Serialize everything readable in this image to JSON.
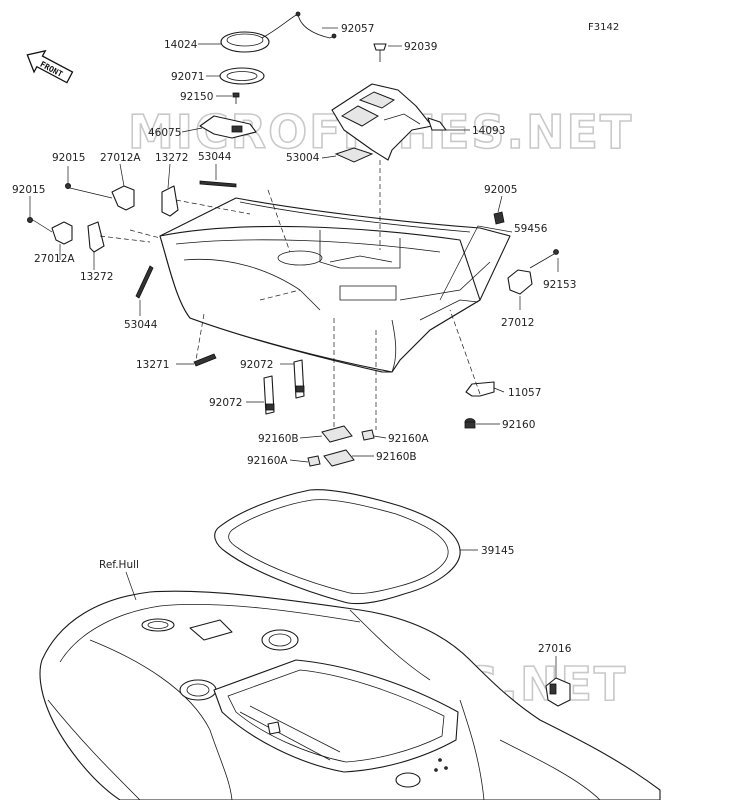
{
  "figure_id": "F3142",
  "direction_label": "FRONT",
  "watermark": "MICROFICHES.NET",
  "reference_label": "Ref.Hull",
  "parts": [
    {
      "id": "p92057",
      "number": "92057"
    },
    {
      "id": "p14024",
      "number": "14024"
    },
    {
      "id": "p92039",
      "number": "92039"
    },
    {
      "id": "p92071",
      "number": "92071"
    },
    {
      "id": "p92150",
      "number": "92150"
    },
    {
      "id": "p14093",
      "number": "14093"
    },
    {
      "id": "p46075",
      "number": "46075"
    },
    {
      "id": "p53044a",
      "number": "53044"
    },
    {
      "id": "p53004",
      "number": "53004"
    },
    {
      "id": "p92015a",
      "number": "92015"
    },
    {
      "id": "p27012Aa",
      "number": "27012A"
    },
    {
      "id": "p13272a",
      "number": "13272"
    },
    {
      "id": "p92015b",
      "number": "92015"
    },
    {
      "id": "p92005",
      "number": "92005"
    },
    {
      "id": "p59456",
      "number": "59456"
    },
    {
      "id": "p27012Ab",
      "number": "27012A"
    },
    {
      "id": "p13272b",
      "number": "13272"
    },
    {
      "id": "p92153",
      "number": "92153"
    },
    {
      "id": "p27012",
      "number": "27012"
    },
    {
      "id": "p53044b",
      "number": "53044"
    },
    {
      "id": "p13271",
      "number": "13271"
    },
    {
      "id": "p92072a",
      "number": "92072"
    },
    {
      "id": "p11057",
      "number": "11057"
    },
    {
      "id": "p92072b",
      "number": "92072"
    },
    {
      "id": "p92160",
      "number": "92160"
    },
    {
      "id": "p92160Ba",
      "number": "92160B"
    },
    {
      "id": "p92160Aa",
      "number": "92160A"
    },
    {
      "id": "p92160Ab",
      "number": "92160A"
    },
    {
      "id": "p92160Bb",
      "number": "92160B"
    },
    {
      "id": "p39145",
      "number": "39145"
    },
    {
      "id": "p27016",
      "number": "27016"
    }
  ]
}
